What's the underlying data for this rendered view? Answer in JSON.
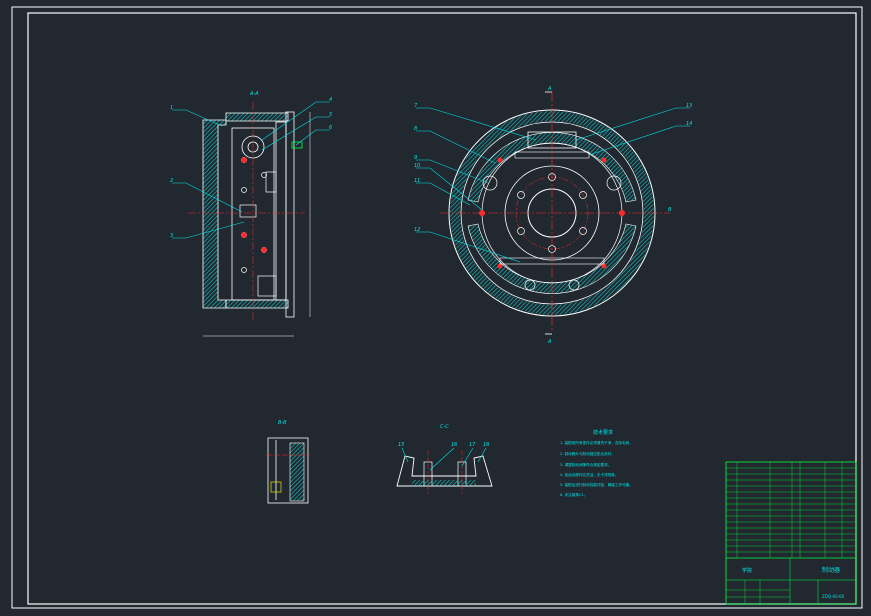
{
  "drawing": {
    "colors": {
      "background": "#212830",
      "frame": "#ffffff",
      "hatch": "#19b3b3",
      "outline": "#ffffff",
      "centerline": "#ff2a2a",
      "leader": "#00e5e5",
      "text": "#00e5e5",
      "table_line": "#00ff3c",
      "yellow": "#e8e800",
      "green": "#00cc44"
    },
    "views": {
      "section_aa": {
        "title": "A-A",
        "callouts_left": [
          "1",
          "2",
          "3"
        ],
        "callouts_right": [
          "4",
          "5",
          "6"
        ]
      },
      "front_view": {
        "cut_label_top": "A",
        "cut_label_bottom": "A",
        "cut_label_right": "B",
        "callouts_left": [
          "7",
          "8",
          "9",
          "10",
          "11",
          "12"
        ],
        "callouts_right": [
          "13",
          "14"
        ]
      },
      "section_bb": {
        "title": "B-B"
      },
      "section_cc": {
        "title": "C-C",
        "callouts": [
          "15",
          "16",
          "17",
          "18"
        ]
      }
    },
    "notes": {
      "title": "技术要求",
      "items": [
        "1. 装配前所有零件必须清洗干净，去除毛刺。",
        "2. 制动蹄片与制动鼓应贴合良好。",
        "3. 调整制动间隙符合规定要求。",
        "4. 各运动部件应灵活，无卡滞现象。",
        "5. 装配后进行制动性能试验，确保工作可靠。",
        "6. 未注倒角C1。"
      ]
    },
    "title_block": {
      "drawing_name": "制动器",
      "school": "学院",
      "sheet_code": "ZDQ-00-00"
    }
  }
}
